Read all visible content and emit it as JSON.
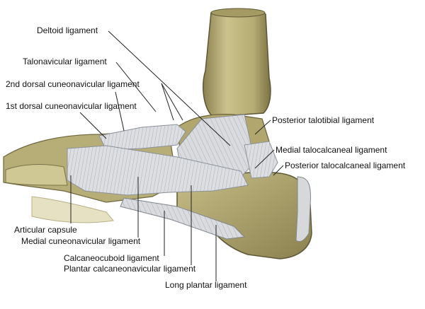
{
  "diagram": {
    "labels": {
      "deltoid": "Deltoid ligament",
      "talonavicular": "Talonavicular ligament",
      "dorsal_cuneonavicular_2": "2nd dorsal cuneonavicular ligament",
      "dorsal_cuneonavicular_1": "1st dorsal cuneonavicular  ligament",
      "posterior_talotibial": "Posterior talotibial ligament",
      "medial_talocalcaneal": "Medial talocalcaneal ligament",
      "posterior_talocalcaneal": "Posterior talocalcaneal ligament",
      "articular_capsule": "Articular capsule",
      "medial_cuneonavicular": "Medial cuneonavicular ligament",
      "calcaneocuboid": "Calcaneocuboid ligament",
      "plantar_calcaneonavicular": "Plantar calcaneonavicular ligament",
      "long_plantar": "Long plantar ligament"
    },
    "colors": {
      "bone": "#c9c08a",
      "bone_shadow": "#8f8450",
      "ligament": "#d8dade",
      "ligament_dark": "#9aa0a8",
      "leader_line": "#222222",
      "text": "#111111"
    }
  }
}
